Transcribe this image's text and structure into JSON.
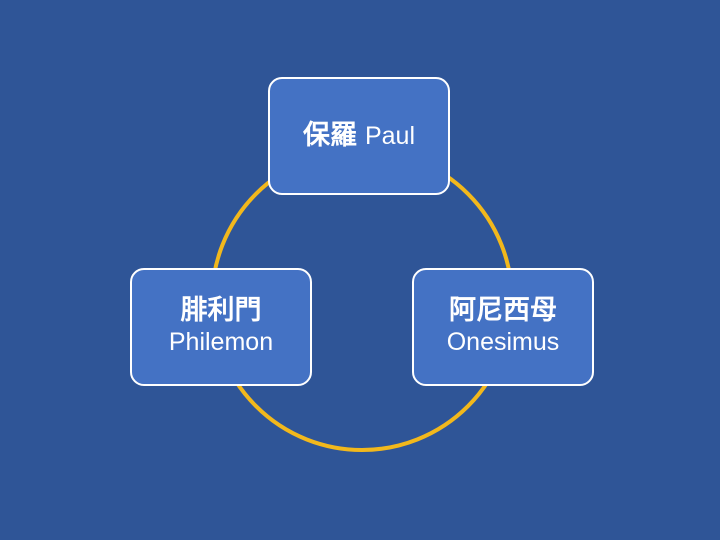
{
  "colors": {
    "background": "#2f5597",
    "node_fill": "#4472c4",
    "node_border": "#ffffff",
    "cycle_stroke": "#f2b81c",
    "text": "#ffffff"
  },
  "nodes": {
    "paul": {
      "zh": "保羅",
      "en": "Paul"
    },
    "philemon": {
      "zh": "腓利門",
      "en": "Philemon"
    },
    "onesimus": {
      "zh": "阿尼西母",
      "en": "Onesimus"
    }
  }
}
